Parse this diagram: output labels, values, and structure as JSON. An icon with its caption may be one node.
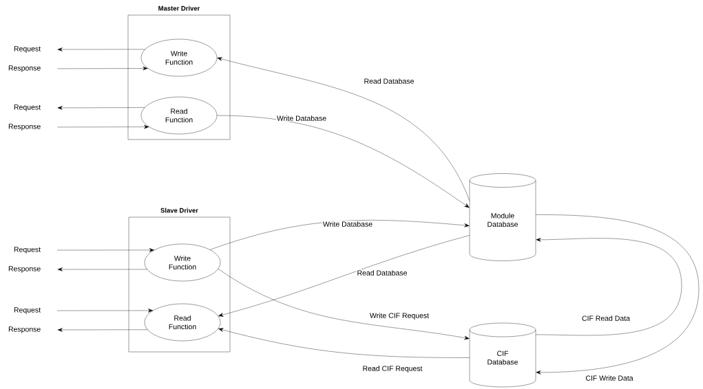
{
  "diagram": {
    "nodes": [
      {
        "text": [
          "Master Driver"
        ]
      },
      {
        "text": [
          "Write Function"
        ],
        "in": 0
      },
      {
        "text": [
          "Read Function"
        ],
        "in": 0
      },
      {
        "text": [
          "Slave Driver"
        ]
      },
      {
        "text": [
          "Write Function"
        ],
        "in": 3
      },
      {
        "text": [
          "Read Function"
        ],
        "in": 3
      },
      {
        "text": [
          "Module Database"
        ]
      },
      {
        "text": [
          "CIF Database"
        ]
      },
      {
        "text": [
          "Request"
        ]
      },
      {
        "text": [
          "Response"
        ]
      },
      {
        "text": [
          "Request"
        ]
      },
      {
        "text": [
          "Response"
        ]
      },
      {
        "text": [
          "Request"
        ]
      },
      {
        "text": [
          "Response"
        ]
      },
      {
        "text": [
          "Request"
        ]
      },
      {
        "text": [
          "Response"
        ]
      }
    ],
    "edges": [
      {
        "from": 1,
        "to": 8,
        "arrow": "to"
      },
      {
        "from": 9,
        "to": 1,
        "arrow": "to"
      },
      {
        "from": 2,
        "to": 10,
        "arrow": "to"
      },
      {
        "from": 11,
        "to": 2,
        "arrow": "to"
      },
      {
        "from": 12,
        "to": 4,
        "arrow": "to"
      },
      {
        "from": 4,
        "to": 13,
        "arrow": "to"
      },
      {
        "from": 14,
        "to": 5,
        "arrow": "to"
      },
      {
        "from": 5,
        "to": 15,
        "arrow": "to"
      },
      {
        "from": 6,
        "to": 1,
        "arrow": "to",
        "label": "Read Database"
      },
      {
        "from": 2,
        "to": 6,
        "arrow": "to",
        "label": "Write Database"
      },
      {
        "from": 4,
        "to": 6,
        "arrow": "to",
        "label": "Write Database"
      },
      {
        "from": 6,
        "to": 5,
        "arrow": "to",
        "label": "Read Database"
      },
      {
        "from": 4,
        "to": 7,
        "arrow": "to",
        "label": "Write CIF Request"
      },
      {
        "from": 7,
        "to": 5,
        "arrow": "to",
        "label": "Read CIF Request"
      },
      {
        "from": 7,
        "to": 6,
        "arrow": "to",
        "label": "CIF Read Data"
      },
      {
        "from": 6,
        "to": 7,
        "arrow": "to",
        "label": "CIF Write Data"
      }
    ]
  }
}
